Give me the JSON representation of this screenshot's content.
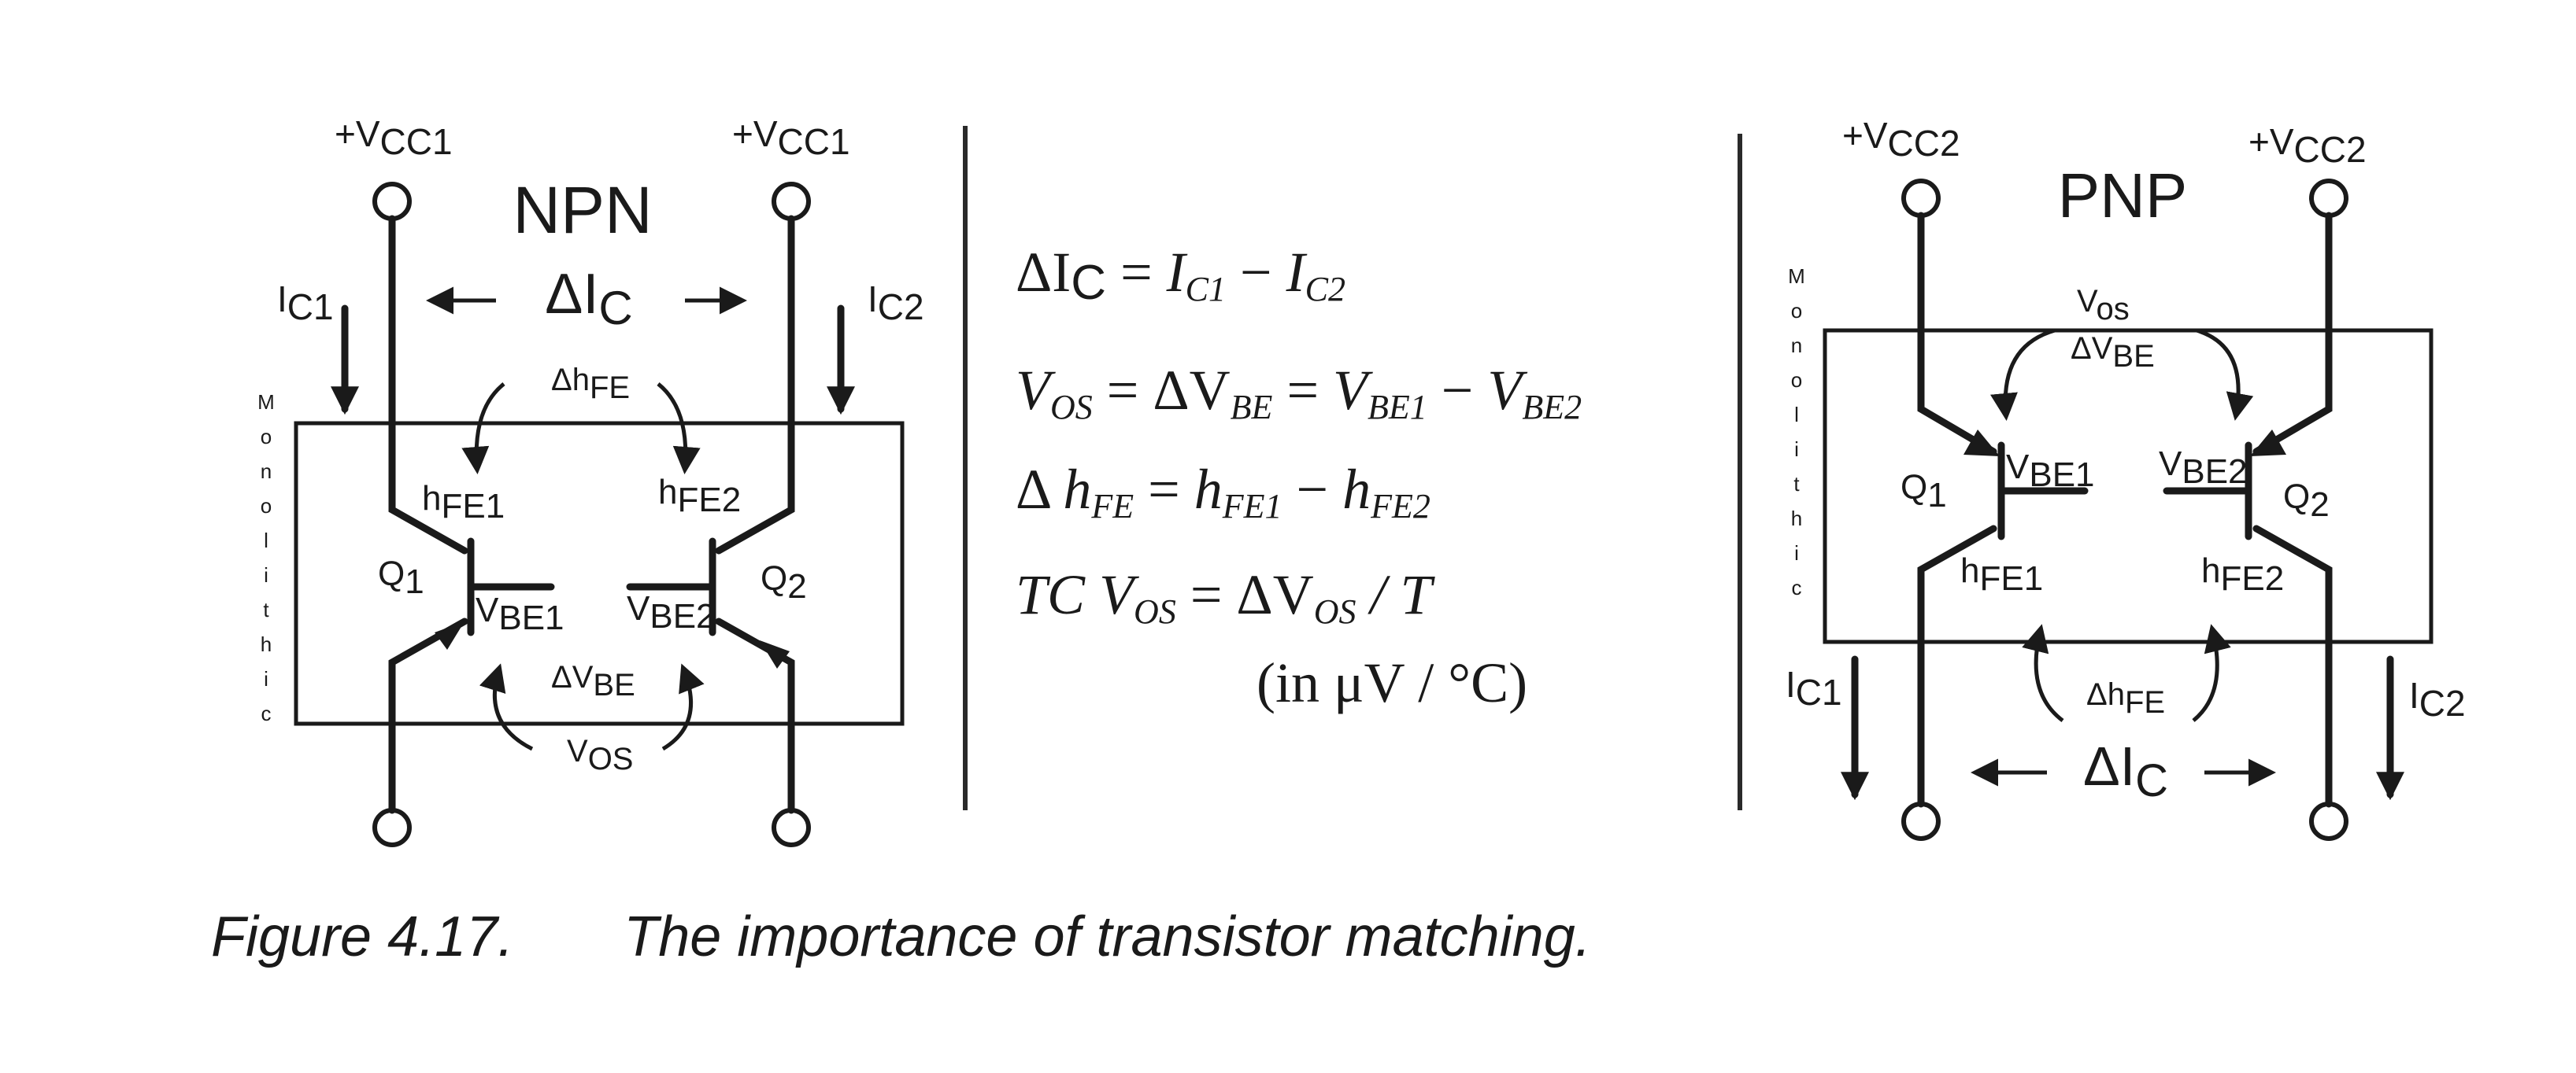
{
  "npn": {
    "title": "NPN",
    "vcc_sub": "CC1",
    "ic1_sub": "C1",
    "ic2_sub": "C2",
    "delta_ic_sub": "C",
    "hfe_sub": "FE",
    "hfe1_sub": "FE1",
    "hfe2_sub": "FE2",
    "q1_sub": "1",
    "q2_sub": "2",
    "vbe1_sub": "BE1",
    "vbe2_sub": "BE2",
    "dvbe_sub": "BE",
    "vos_sub": "OS",
    "side": "Monolithic"
  },
  "pnp": {
    "title": "PNP",
    "vcc_sub": "CC2",
    "ic1_sub": "C1",
    "ic2_sub": "C2",
    "delta_ic_sub": "C",
    "hfe_sub": "FE",
    "hfe1_sub": "FE1",
    "hfe2_sub": "FE2",
    "q1_sub": "1",
    "q2_sub": "2",
    "vbe1_sub": "BE1",
    "vbe2_sub": "BE2",
    "dvbe_sub": "BE",
    "vos_sub": "os",
    "side": "Monolithic"
  },
  "equations": {
    "eq1": {
      "lhs_sub": "C",
      "t1_sub": "C1",
      "t2_sub": "C2"
    },
    "eq2": {
      "lhs_sub": "OS",
      "t1_sub": "BE",
      "t2_sub": "BE1",
      "t3_sub": "BE2"
    },
    "eq3": {
      "lhs_sub": "FE",
      "t1_sub": "FE1",
      "t2_sub": "FE2"
    },
    "eq4": {
      "lhs": "TC V",
      "lhs_sub": "OS",
      "rhs_sub": "OS",
      "rhs_tail": " / T"
    },
    "units": "(in μV / °C)"
  },
  "caption": {
    "label": "Figure 4.17.",
    "text": "The importance of transistor matching."
  },
  "colors": {
    "ink": "#1a1a1a",
    "background": "#ffffff"
  }
}
